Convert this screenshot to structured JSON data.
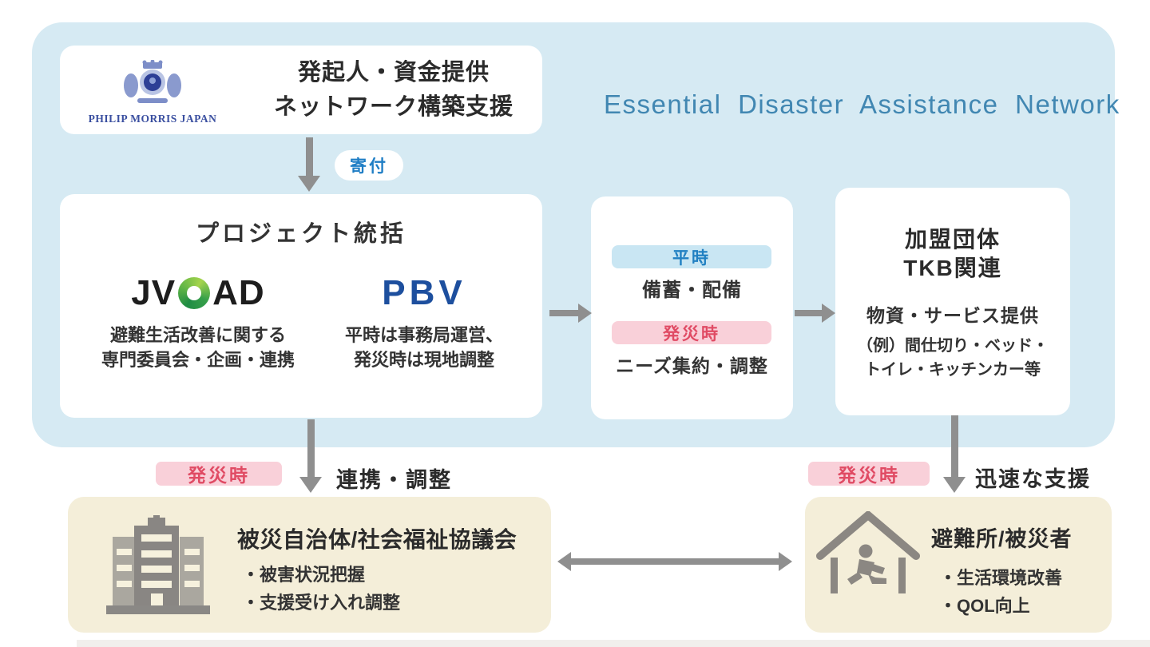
{
  "network_panel": {
    "title": "Essential Disaster Assistance Network"
  },
  "funder": {
    "logo_text": "PHILIP MORRIS JAPAN",
    "role_line1": "発起人・資金提供",
    "role_line2": "ネットワーク構築支援"
  },
  "donation": {
    "label": "寄付"
  },
  "project": {
    "heading": "プロジェクト統括",
    "jvoad_logo_left": "JV",
    "jvoad_logo_right": "AD",
    "jvoad_desc_line1": "避難生活改善に関する",
    "jvoad_desc_line2": "専門委員会・企画・連携",
    "pbv_logo": "PBV",
    "pbv_desc_line1": "平時は事務局運営、",
    "pbv_desc_line2": "発災時は現地調整"
  },
  "operations": {
    "normal_badge": "平時",
    "normal_desc": "備蓄・配備",
    "disaster_badge": "発災時",
    "disaster_desc": "ニーズ集約・調整"
  },
  "members": {
    "heading_line1": "加盟団体",
    "heading_line2": "TKB関連",
    "desc_line1": "物資・サービス提供",
    "desc_line2": "（例）間仕切り・ベッド・",
    "desc_line3": "トイレ・キッチンカー等"
  },
  "flow_left": {
    "badge": "発災時",
    "label": "連携・調整"
  },
  "flow_right": {
    "badge": "発災時",
    "label": "迅速な支援"
  },
  "municipality": {
    "heading": "被災自治体/社会福祉協議会",
    "bullet1": "・被害状況把握",
    "bullet2": "・支援受け入れ調整"
  },
  "shelter": {
    "heading": "避難所/被災者",
    "bullet1": "・生活環境改善",
    "bullet2": "・QOL向上"
  },
  "icons": {
    "funder_logo": "philip-morris-crest-icon",
    "jvoad_mark": "jvoad-green-ring-icon",
    "municipality": "building-icon",
    "shelter": "house-runner-icon"
  },
  "colors": {
    "panel_blue": "#d6eaf3",
    "box_beige": "#f4eed9",
    "badge_blue_bg": "#c9e6f3",
    "badge_blue_text": "#2180c2",
    "badge_pink_bg": "#f9d0d9",
    "badge_pink_text": "#e04b64",
    "arrow_gray": "#8f8f8f",
    "title_blue": "#4187b2",
    "pbv_blue": "#1d4f9e",
    "philip_morris_navy": "#3a4fa0",
    "jvoad_green": "#4ca647"
  }
}
